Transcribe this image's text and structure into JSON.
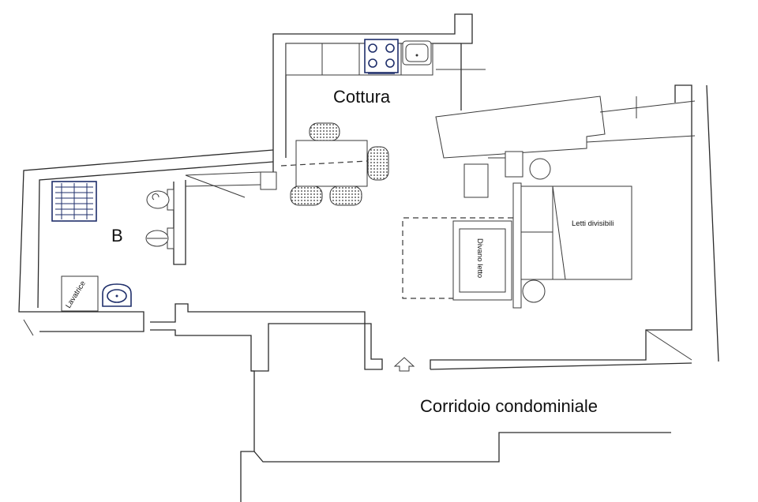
{
  "floor_plan": {
    "rooms": {
      "kitchen_label": "Cottura",
      "bathroom_label": "B",
      "corridor_label": "Corridoio condominiale"
    },
    "furniture": {
      "washing_machine_label": "Lavatrice",
      "sofa_bed_label": "Divano letto",
      "twin_beds_label": "Letti divisibili"
    },
    "colors": {
      "line": "#2b2b2b",
      "fixture_blue": "#1f2f6b",
      "background": "#ffffff"
    },
    "icons": [
      "stove-icon",
      "sink-icon",
      "toilet-icon",
      "bidet-icon",
      "shower-tray-icon",
      "washbasin-icon",
      "chair-icon",
      "entrance-arrow-icon"
    ]
  }
}
